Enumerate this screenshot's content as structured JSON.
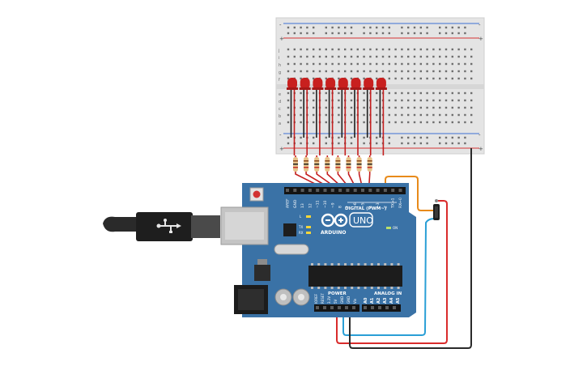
{
  "breadboard": {
    "rail_plus": "+",
    "rail_minus": "-",
    "row_letters_top": [
      "j",
      "i",
      "h",
      "g",
      "f"
    ],
    "row_letters_bottom": [
      "e",
      "d",
      "c",
      "b",
      "a"
    ]
  },
  "leds": {
    "count": 8,
    "color": "#c8201f"
  },
  "resistors": {
    "count": 8
  },
  "arduino": {
    "board_color": "#3a72a6",
    "logo_text": "ARDUINO",
    "model_text": "UNO",
    "digital_header_label": "DIGITAL (PWM~)",
    "digital_pins": [
      "AREF",
      "GND",
      "13",
      "12",
      "~11",
      "~10",
      "~9",
      "8",
      "7",
      "~6",
      "~5",
      "4",
      "~3",
      "2",
      "TX→1",
      "RX←0"
    ],
    "power_label": "POWER",
    "analog_label": "ANALOG IN",
    "power_pins": [
      "IOREF",
      "RESET",
      "3.3V",
      "5V",
      "GND",
      "GND",
      "Vin"
    ],
    "analog_pins": [
      "A0",
      "A1",
      "A2",
      "A3",
      "A4",
      "A5"
    ],
    "led_labels": [
      "L",
      "TX",
      "RX"
    ],
    "on_label": "ON"
  },
  "wires": {
    "orange": "#e88a1a",
    "red": "#d92b2b",
    "blue": "#2a9fd6",
    "black": "#2a2a2a"
  },
  "potentiometer": {
    "body_color": "#1f1f1f"
  }
}
